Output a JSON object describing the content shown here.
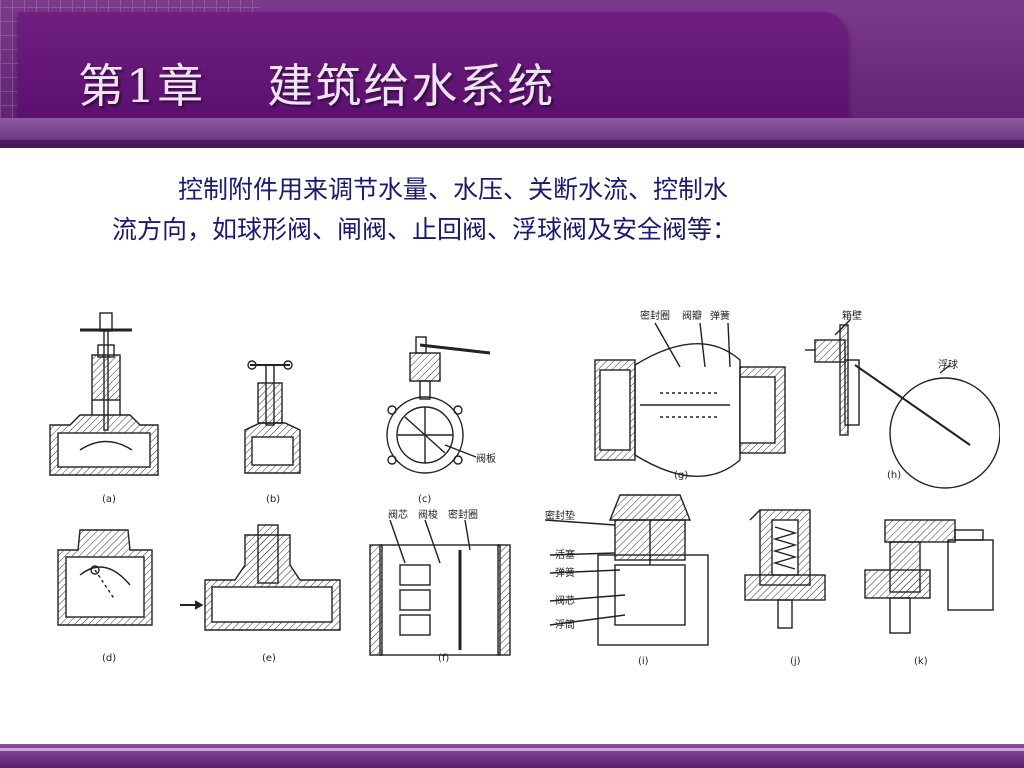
{
  "slide": {
    "title_chapter": "第1章",
    "title_main": "建筑给水系统",
    "paragraph_line1": "控制附件用来调节水量、水压、关断水流、控制水",
    "paragraph_line2": "流方向，如球形阀、闸阀、止回阀、浮球阀及安全阀等："
  },
  "figure": {
    "captions": [
      "(a)",
      "(b)",
      "(c)",
      "(d)",
      "(e)",
      "(f)",
      "(g)",
      "(h)",
      "(i)",
      "(j)",
      "(k)"
    ],
    "labels": {
      "c_plate": "阀板",
      "g_seal": "密封圈",
      "g_disc": "阀瓣",
      "g_spring": "弹簧",
      "h_wall": "箱壁",
      "h_float": "浮球",
      "f_core": "阀芯",
      "f_stem": "阀梭",
      "f_seal": "密封圈",
      "i_gasket": "密封垫",
      "i_piston": "活塞",
      "i_spring": "弹簧",
      "i_core": "阀芯",
      "i_float": "浮筒"
    }
  },
  "colors": {
    "header": "#6a2a7c",
    "panel": "#5a0f6e",
    "text": "#1a1a6e",
    "line": "#222222"
  }
}
